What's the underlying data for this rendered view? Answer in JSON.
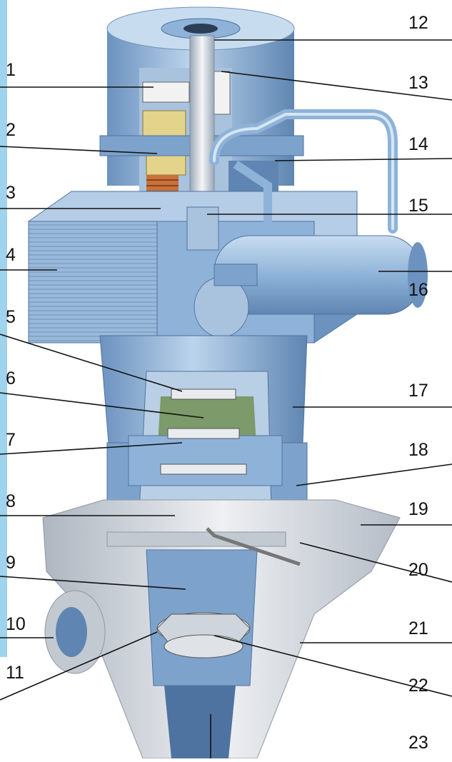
{
  "diagram": {
    "labels": [
      "1",
      "2",
      "3",
      "4",
      "5",
      "6",
      "7",
      "8",
      "9",
      "10",
      "11",
      "12",
      "13",
      "14",
      "15",
      "16",
      "17",
      "18",
      "19",
      "20",
      "21",
      "22",
      "23"
    ]
  },
  "colors": {
    "body_blue": "#8fb3d8",
    "body_light": "#c7dcef",
    "body_dark": "#5f86b2",
    "casing_grey": "#d9dde3",
    "casing_shadow": "#aeb6c0",
    "winding_orange": "#c8713a",
    "interior_yellow": "#e4d38b",
    "interior_green": "#7c9a6a",
    "edge_stripe": "#9fd3ee",
    "leader": "#111111"
  }
}
